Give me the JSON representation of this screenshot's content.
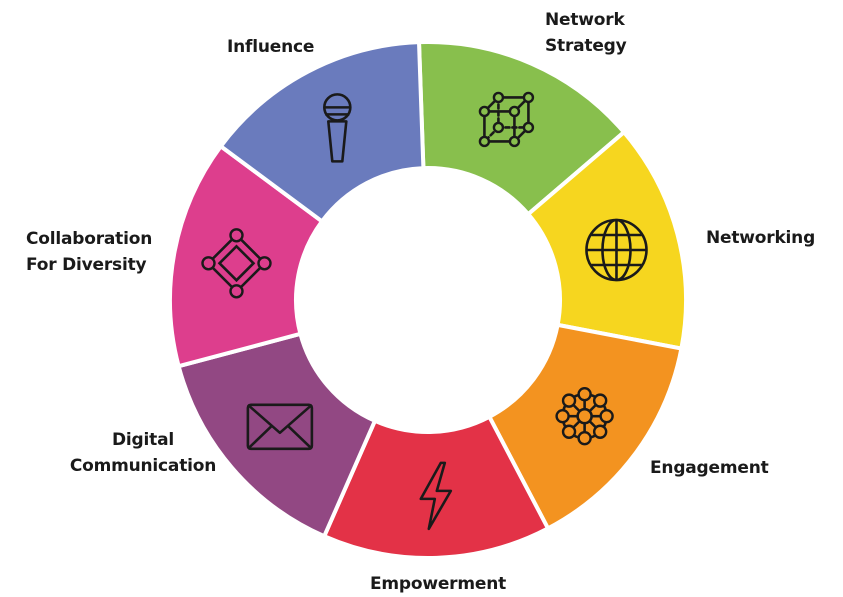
{
  "diagram": {
    "segments": [
      {
        "id": "network-strategy",
        "lines": [
          "Network",
          "Strategy"
        ],
        "color": "#88bf4d",
        "icon": "cube-network-icon"
      },
      {
        "id": "networking",
        "lines": [
          "Networking"
        ],
        "color": "#f6d61f",
        "icon": "globe-icon"
      },
      {
        "id": "engagement",
        "lines": [
          "Engagement"
        ],
        "color": "#f39320",
        "icon": "hub-network-icon"
      },
      {
        "id": "empowerment",
        "lines": [
          "Empowerment"
        ],
        "color": "#e33247",
        "icon": "lightning-bolt-icon"
      },
      {
        "id": "digital-communication",
        "lines": [
          "Digital",
          "Communication"
        ],
        "color": "#924883",
        "icon": "envelope-icon"
      },
      {
        "id": "collaboration-for-diversity",
        "lines": [
          "Collaboration",
          "For Diversity"
        ],
        "color": "#dd3e8d",
        "icon": "diamond-network-icon"
      },
      {
        "id": "influence",
        "lines": [
          "Influence"
        ],
        "color": "#6a7bbd",
        "icon": "microphone-icon"
      }
    ]
  }
}
